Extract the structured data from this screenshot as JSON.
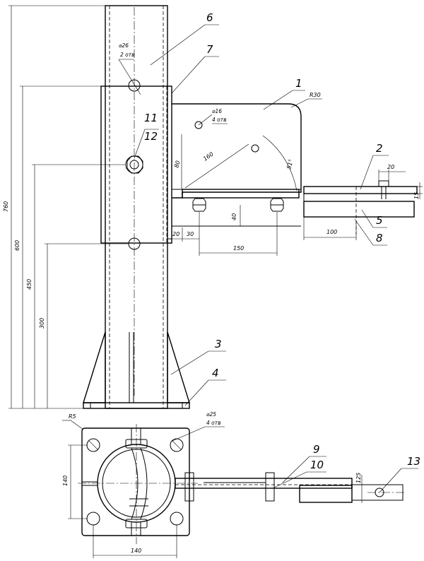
{
  "positions": {
    "p1": "1",
    "p2": "2",
    "p3": "3",
    "p4": "4",
    "p5": "5",
    "p6": "6",
    "p7": "7",
    "p8": "8",
    "p9": "9",
    "p10": "10",
    "p11": "11",
    "p12": "12",
    "p13": "13"
  },
  "dimensions": {
    "d760": "760",
    "d600": "600",
    "d450": "450",
    "d300": "300",
    "d150": "150",
    "d160": "160",
    "d80": "80",
    "d40": "40",
    "d20": "20",
    "d30": "30",
    "d100": "100",
    "d20b": "20",
    "d15": "15",
    "d51": "51°",
    "r30": "R30",
    "r5": "R5",
    "d140v": "140",
    "d140h": "140",
    "d125": "125"
  },
  "holes": {
    "h26_dia": "⌀26",
    "h26_qty": "2 отв",
    "h16_dia": "⌀16",
    "h16_qty": "4 отв",
    "h25_dia": "⌀25",
    "h25_qty": "4 отв"
  }
}
